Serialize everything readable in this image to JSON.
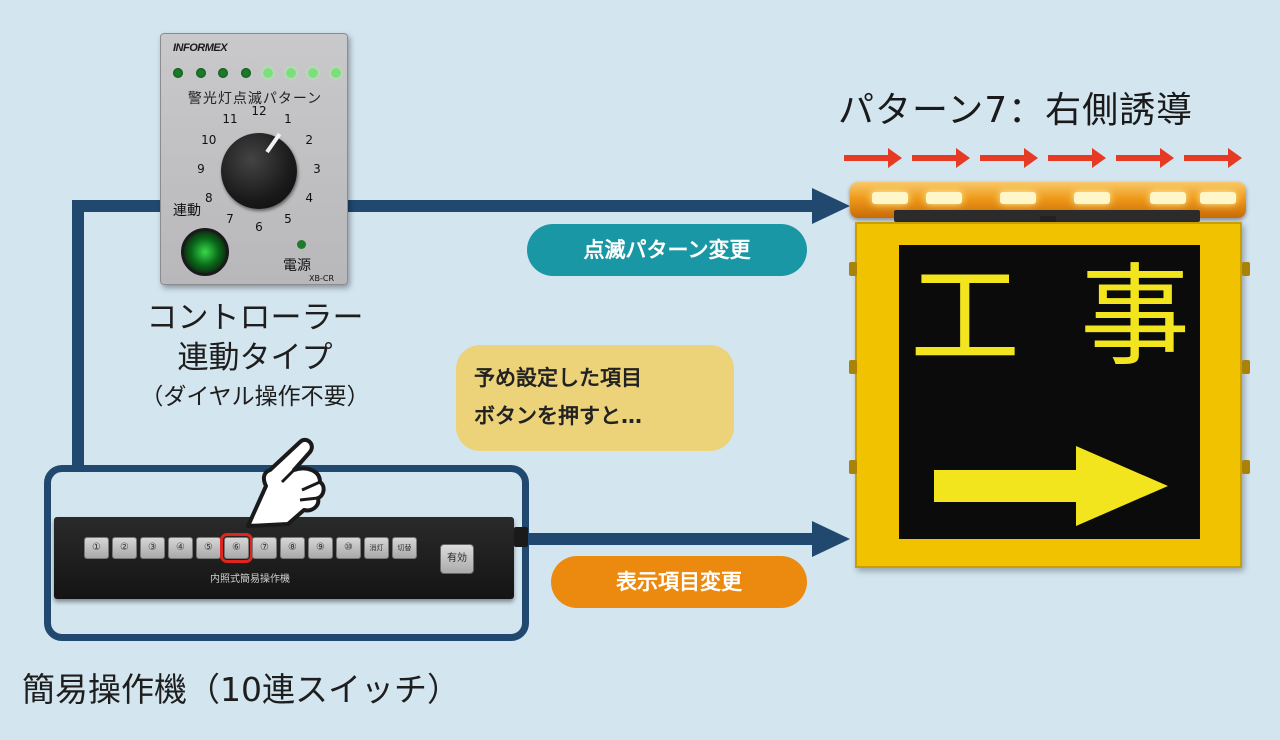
{
  "controller": {
    "logo": "INFORMEX",
    "leds_on": [
      false,
      false,
      false,
      false,
      true,
      true,
      true,
      true
    ],
    "caption": "警光灯点滅パターン",
    "dial_numbers": [
      "12",
      "1",
      "2",
      "3",
      "4",
      "5",
      "6",
      "7",
      "8",
      "9",
      "10",
      "11"
    ],
    "link_label": "連動",
    "power_label": "電源",
    "model": "XB-CR",
    "title": "コントローラー",
    "subtitle": "連動タイプ",
    "note": "（ダイヤル操作不要）"
  },
  "pills": {
    "pattern_change": "点滅パターン変更",
    "display_change": "表示項目変更"
  },
  "bubble": {
    "line1": "予め設定した項目",
    "line2": "ボタンを押すと…"
  },
  "switch": {
    "keys": [
      "①",
      "②",
      "③",
      "④",
      "⑤",
      "⑥",
      "⑦",
      "⑧",
      "⑨",
      "⑩",
      "消灯",
      "切替"
    ],
    "selected_index": 5,
    "enable_label": "有効",
    "device_label": "内照式簡易操作機",
    "title": "簡易操作機（10連スイッチ）"
  },
  "sign": {
    "title": "パターン7：右側誘導",
    "char1": "工",
    "char2": "事",
    "arrow_count": 6
  },
  "colors": {
    "background": "#d3e5ef",
    "connector": "#21496f",
    "pill_teal": "#1a97a4",
    "pill_orange": "#ec8a0f",
    "bubble": "#ecd279",
    "sign_yellow": "#f0c200",
    "arrow_red": "#e63a24",
    "led_yellow": "#f2e51d"
  }
}
